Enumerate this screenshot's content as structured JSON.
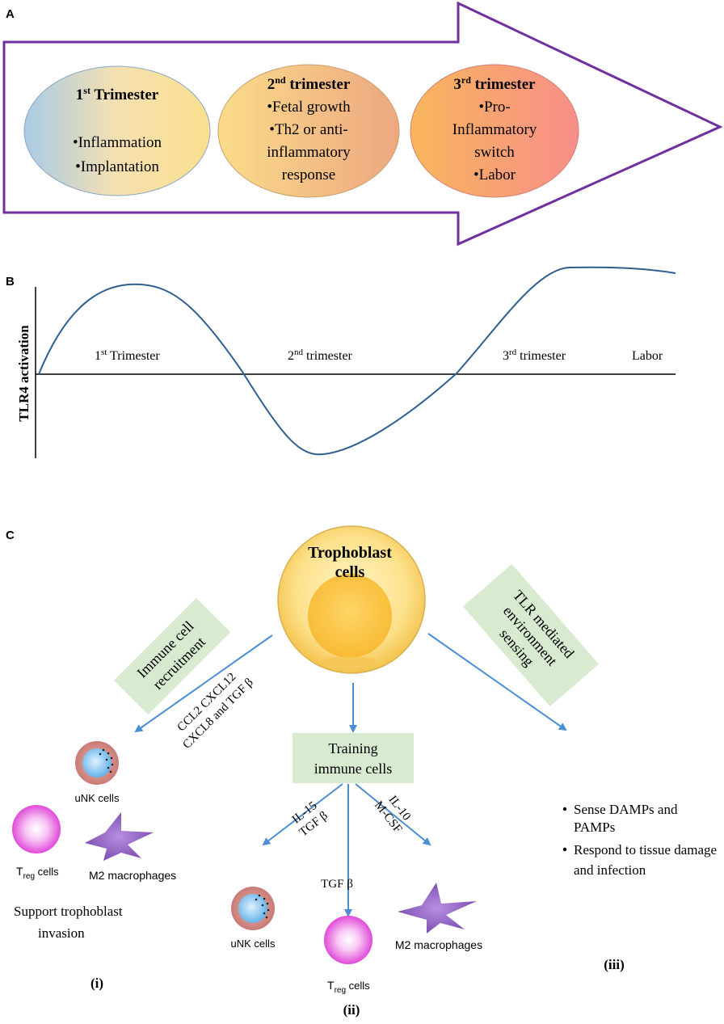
{
  "panels": {
    "a": "A",
    "b": "B",
    "c": "C"
  },
  "panel_a": {
    "t1": {
      "num": "1",
      "sup": "st",
      "title": " Trimester",
      "items": [
        "•Inflammation",
        "•Implantation"
      ]
    },
    "t2": {
      "num": "2",
      "sup": "nd",
      "title": " trimester",
      "items": [
        "•Fetal growth",
        "•Th2 or anti-",
        "inflammatory",
        "response"
      ]
    },
    "t3": {
      "num": "3",
      "sup": "rd",
      "title": " trimester",
      "items": [
        "•Pro-",
        "Inflammatory",
        "switch",
        "•Labor"
      ]
    }
  },
  "panel_b": {
    "ylabel": "TLR4 activation",
    "labels": {
      "t1": {
        "num": "1",
        "sup": "st",
        "text": " Trimester"
      },
      "t2": {
        "num": "2",
        "sup": "nd",
        "text": " trimester"
      },
      "t3": {
        "num": "3",
        "sup": "rd",
        "text": " trimester"
      },
      "labor": "Labor"
    }
  },
  "panel_c": {
    "center": {
      "line1": "Trophoblast",
      "line2": "cells"
    },
    "left_box": {
      "line1": "Immune cell",
      "line2": "recruitment"
    },
    "left_chemokines": {
      "line1": "CCL2 CXCL12",
      "line2": "CXCL8 and TGF β"
    },
    "right_box": {
      "line1": "TLR mediated",
      "line2": "environment",
      "line3": "sensing"
    },
    "middle_box": {
      "line1": "Training",
      "line2": "immune cells"
    },
    "left_cells": {
      "unk": "uNK cells",
      "treg_main": "T",
      "treg_sub": "reg",
      "treg_rest": " cells",
      "m2": "M2 macrophages"
    },
    "left_support": {
      "line1": "Support trophoblast",
      "line2": "invasion"
    },
    "left_roman": "(i)",
    "middle_left_factor": {
      "line1": "IL-15",
      "line2": "TGF β"
    },
    "middle_center_factor": "TGF β",
    "middle_right_factor": {
      "line1": "IL-10",
      "line2": "M-CSF"
    },
    "middle_cells": {
      "unk": "uNK cells",
      "treg_main": "T",
      "treg_sub": "reg",
      "treg_rest": " cells",
      "m2": "M2 macrophages"
    },
    "middle_roman": "(ii)",
    "right_bullets": [
      {
        "l1": "Sense DAMPs and",
        "l2": "PAMPs"
      },
      {
        "l1": " Respond to tissue damage",
        "l2": "and infection"
      }
    ],
    "right_roman": "(iii)"
  },
  "colors": {
    "arrow_outline": "#7030a0",
    "curve": "#2e5f8e",
    "blue_arrow": "#4a8fd4",
    "green_box": "#d8ead0"
  }
}
